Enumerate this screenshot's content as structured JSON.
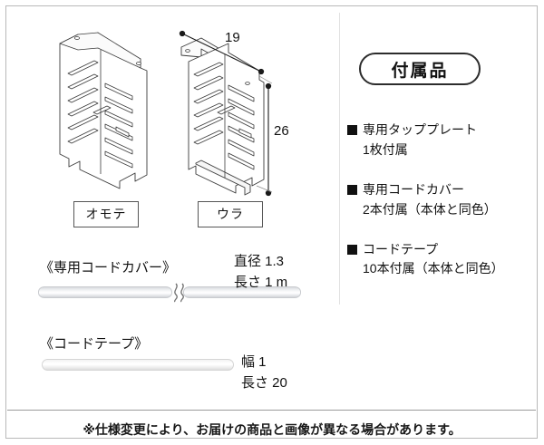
{
  "diagram": {
    "plate_front": {
      "face_label": "オモテ"
    },
    "plate_back": {
      "face_label": "ウラ"
    },
    "dimensions": {
      "width_value": "19",
      "height_value": "26"
    }
  },
  "cord_cover": {
    "title": "《専用コードカバー》",
    "dim_diameter": "直径 1.3",
    "dim_length": "長さ 1 m"
  },
  "cord_tape": {
    "title": "《コードテープ》",
    "dim_width": "幅 1",
    "dim_length": "長さ 20"
  },
  "accessories": {
    "title": "付属品",
    "items": [
      {
        "name": "専用タッププレート",
        "qty": "1枚付属"
      },
      {
        "name": "専用コードカバー",
        "qty": "2本付属（本体と同色）"
      },
      {
        "name": "コードテープ",
        "qty": "10本付属（本体と同色）"
      }
    ]
  },
  "footnote": {
    "text": "※仕様変更により、お届けの商品と画像が異なる場合があります。"
  },
  "colors": {
    "ink": "#111111",
    "frame": "#b9b9b9",
    "divider": "#9a9a9a",
    "bullet": "#111111"
  }
}
